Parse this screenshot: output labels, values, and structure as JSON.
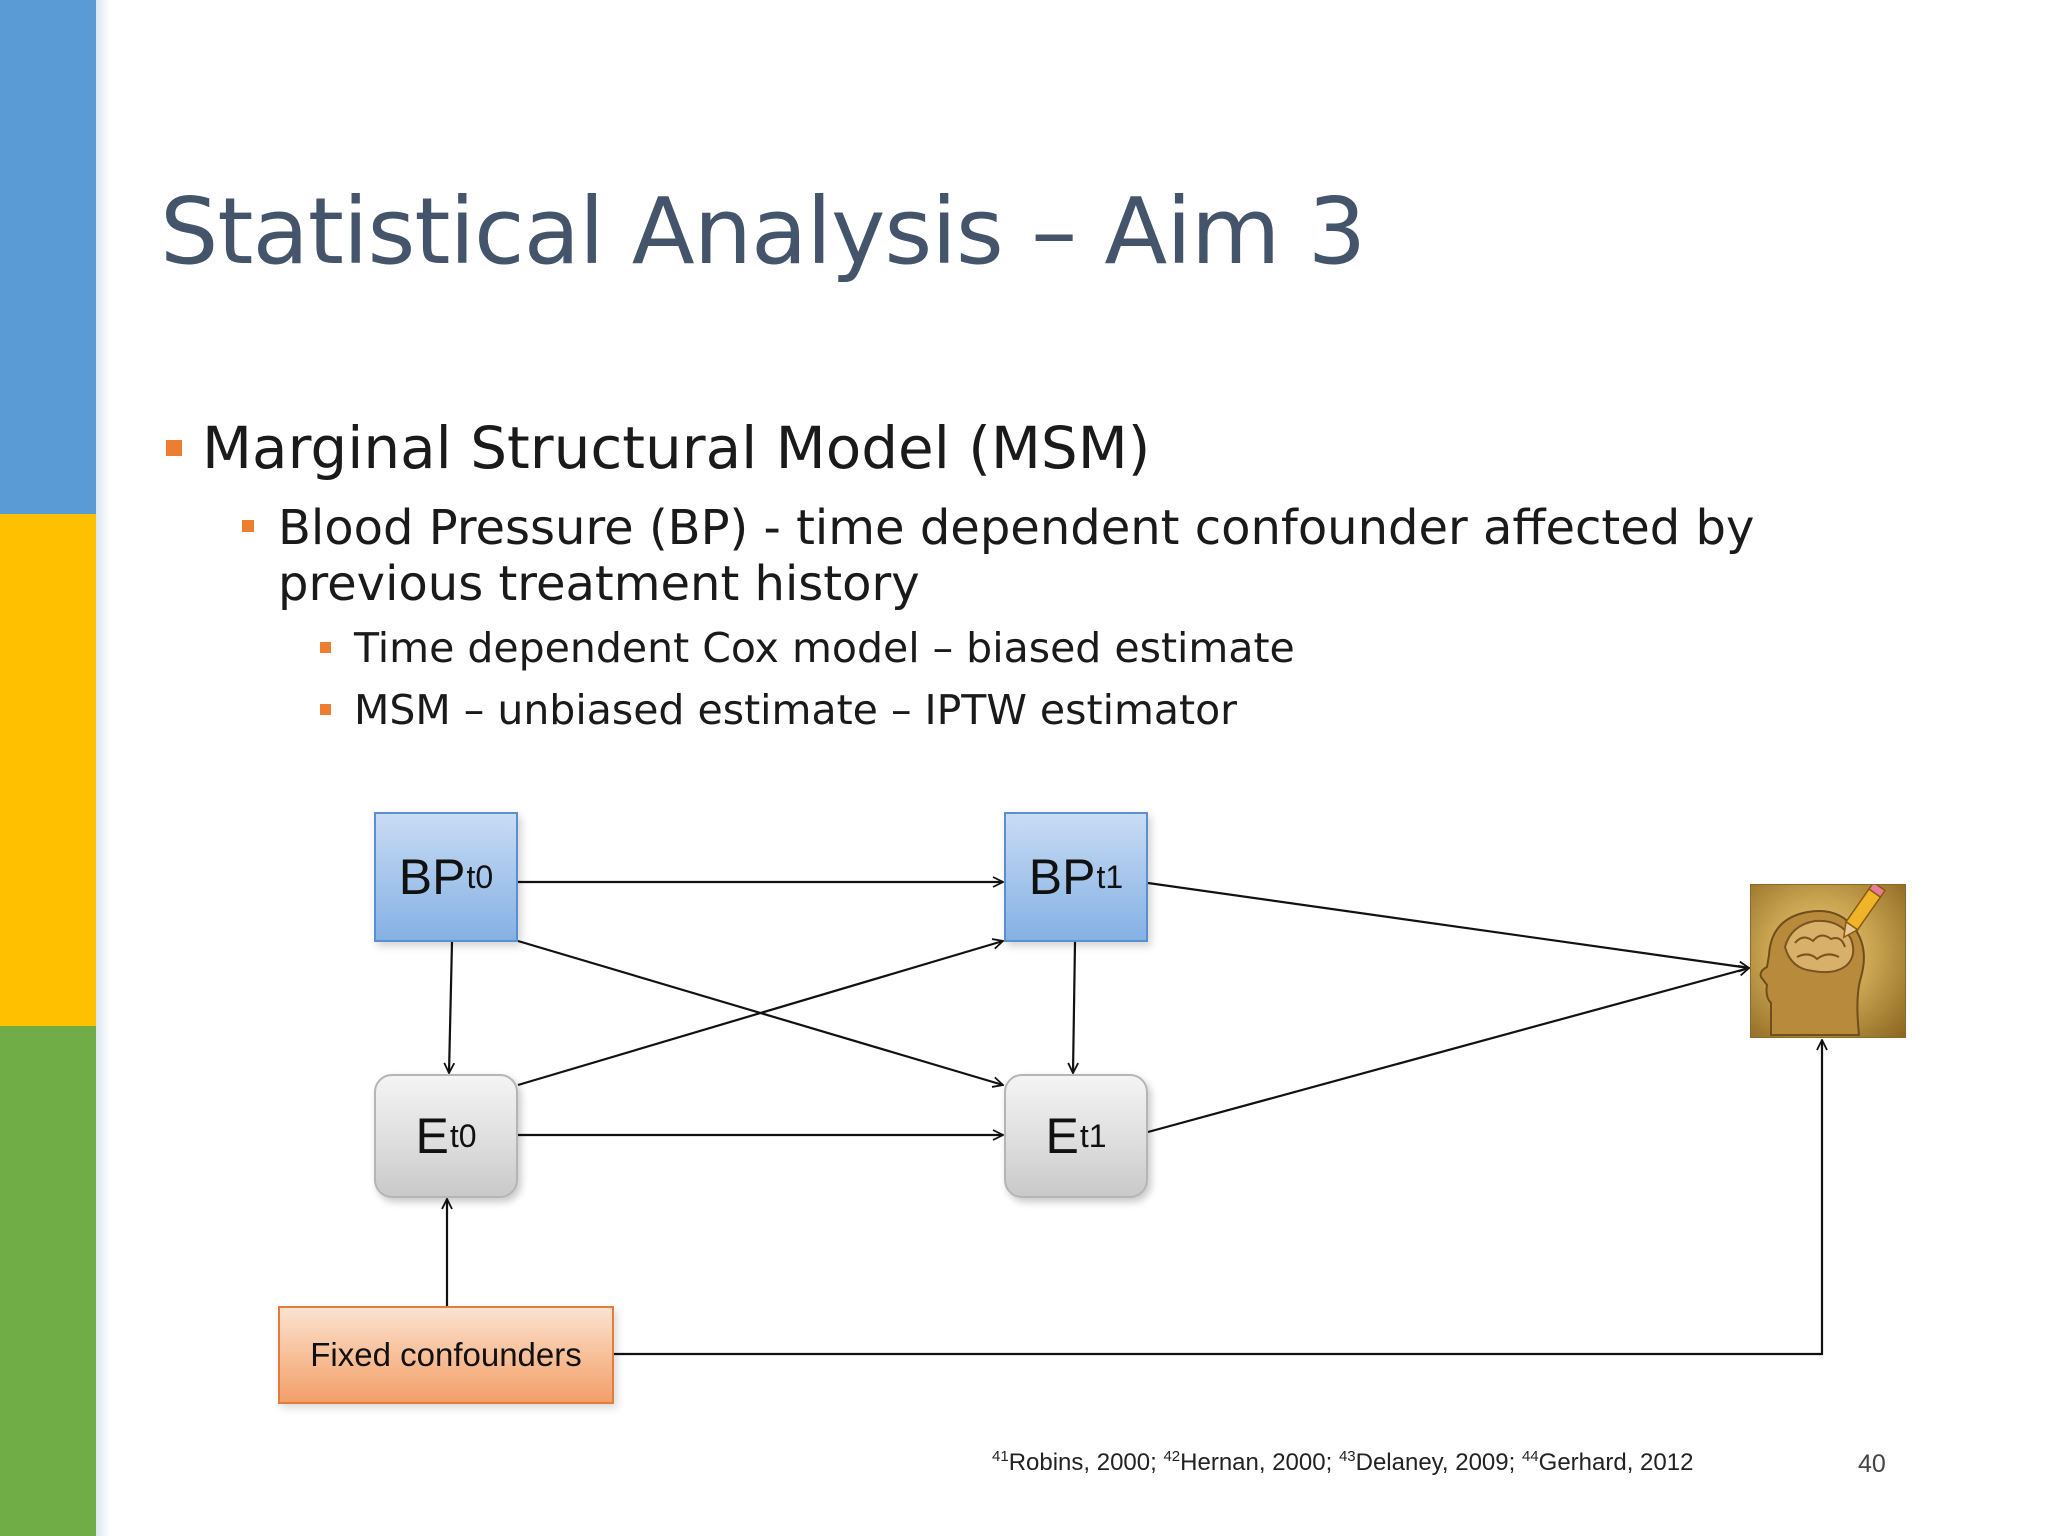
{
  "slide": {
    "title": "Statistical Analysis – Aim 3",
    "bullets": {
      "level1": "Marginal Structural Model (MSM)",
      "level2": "Blood Pressure (BP) - time dependent confounder affected by previous treatment history",
      "level3": [
        "Time dependent Cox model – biased estimate",
        "MSM – unbiased estimate – IPTW estimator"
      ]
    },
    "diagram": {
      "nodes": {
        "bp_t0": {
          "main": "BP",
          "sub": "t0"
        },
        "bp_t1": {
          "main": "BP",
          "sub": "t1"
        },
        "e_t0": {
          "main": "E",
          "sub": "t0"
        },
        "e_t1": {
          "main": "E",
          "sub": "t1"
        },
        "fixed": "Fixed confounders"
      },
      "outcome_icon": "brain-head-pencil-icon",
      "edges": [
        [
          "bp_t0",
          "bp_t1"
        ],
        [
          "bp_t0",
          "e_t0"
        ],
        [
          "bp_t0",
          "e_t1"
        ],
        [
          "e_t0",
          "bp_t1"
        ],
        [
          "e_t0",
          "e_t1"
        ],
        [
          "bp_t1",
          "e_t1"
        ],
        [
          "bp_t1",
          "outcome"
        ],
        [
          "e_t1",
          "outcome"
        ],
        [
          "fixed",
          "e_t0"
        ],
        [
          "fixed",
          "outcome"
        ]
      ]
    },
    "footnote": [
      {
        "sup": "41",
        "text": "Robins, 2000; "
      },
      {
        "sup": "42",
        "text": "Hernan, 2000; "
      },
      {
        "sup": "43",
        "text": "Delaney, 2009; "
      },
      {
        "sup": "44",
        "text": "Gerhard, 2012"
      }
    ],
    "page_number": "40"
  },
  "colors": {
    "sidebar_blue": "#5b9bd5",
    "sidebar_yellow": "#ffc000",
    "sidebar_green": "#70ad47",
    "title": "#44546a",
    "bullet": "#ed7d31"
  }
}
